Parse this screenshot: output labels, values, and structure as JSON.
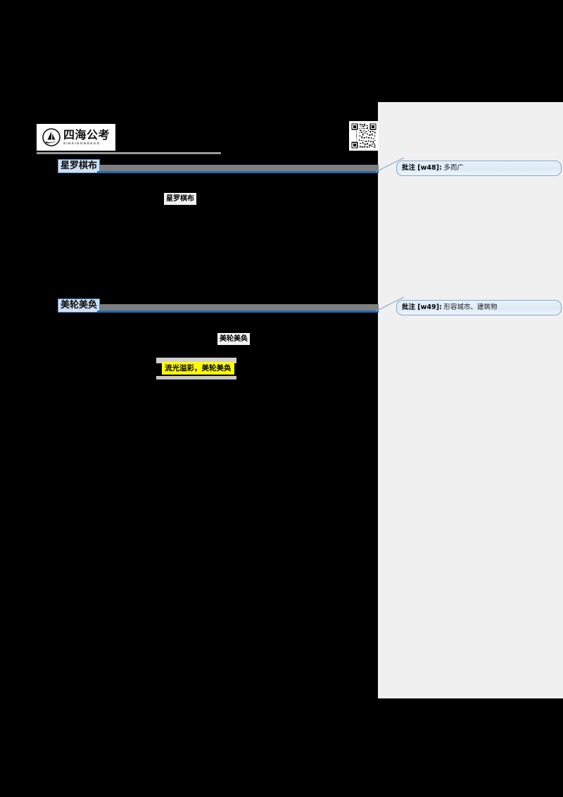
{
  "document": {
    "logo": {
      "cn_text": "四海公考",
      "en_text": "SIHAIGONGKAO",
      "icon": "sailboat-icon"
    },
    "qr": {
      "icon": "qr-code-icon"
    }
  },
  "anchors": [
    {
      "id": "w48",
      "term": "星罗棋布"
    },
    {
      "id": "w49",
      "term": "美轮美奂"
    }
  ],
  "comments": [
    {
      "label": "批注 [w48]:",
      "text": "多而广"
    },
    {
      "label": "批注 [w49]:",
      "text": "形容城市、建筑物"
    }
  ],
  "body_terms": [
    {
      "text": "星罗棋布"
    },
    {
      "text": "美轮美奂"
    }
  ],
  "body_highlight": {
    "text": "流光溢彩，美轮美奂"
  },
  "colors": {
    "margin_background": "#f0f0f0",
    "page_background": "#000000",
    "connector": "#1f6cb0",
    "selection": "#cfe0f2",
    "selection_border": "#4a86c8",
    "comment_border": "#7fa9cf",
    "highlight": "#ffff00"
  }
}
